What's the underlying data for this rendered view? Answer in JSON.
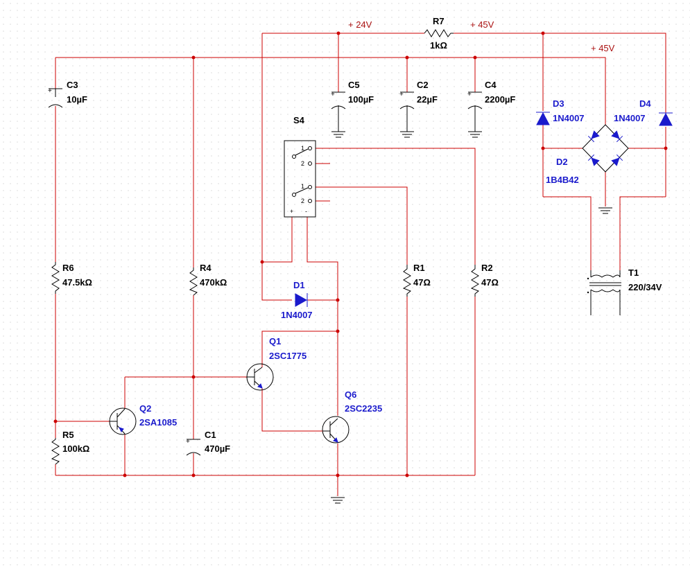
{
  "nets": {
    "v24": "+ 24V",
    "v45a": "+ 45V",
    "v45b": "+ 45V"
  },
  "components": {
    "R7": {
      "ref": "R7",
      "value": "1kΩ"
    },
    "C3": {
      "ref": "C3",
      "value": "10µF"
    },
    "C5": {
      "ref": "C5",
      "value": "100µF"
    },
    "C2": {
      "ref": "C2",
      "value": "22µF"
    },
    "C4": {
      "ref": "C4",
      "value": "2200µF"
    },
    "D3": {
      "ref": "D3",
      "value": "1N4007"
    },
    "D4": {
      "ref": "D4",
      "value": "1N4007"
    },
    "D2": {
      "ref": "D2",
      "value": "1B4B42"
    },
    "S4": {
      "ref": "S4",
      "pins": [
        "1",
        "2",
        "1",
        "2"
      ],
      "pol_plus": "+",
      "pol_minus": "-"
    },
    "R6": {
      "ref": "R6",
      "value": "47.5kΩ"
    },
    "R4": {
      "ref": "R4",
      "value": "470kΩ"
    },
    "R1": {
      "ref": "R1",
      "value": "47Ω"
    },
    "R2": {
      "ref": "R2",
      "value": "47Ω"
    },
    "T1": {
      "ref": "T1",
      "value": "220/34V"
    },
    "D1": {
      "ref": "D1",
      "value": "1N4007"
    },
    "Q1": {
      "ref": "Q1",
      "value": "2SC1775"
    },
    "Q6": {
      "ref": "Q6",
      "value": "2SC2235"
    },
    "Q2": {
      "ref": "Q2",
      "value": "2SA1085"
    },
    "R5": {
      "ref": "R5",
      "value": "100kΩ"
    },
    "C1": {
      "ref": "C1",
      "value": "470µF"
    }
  }
}
